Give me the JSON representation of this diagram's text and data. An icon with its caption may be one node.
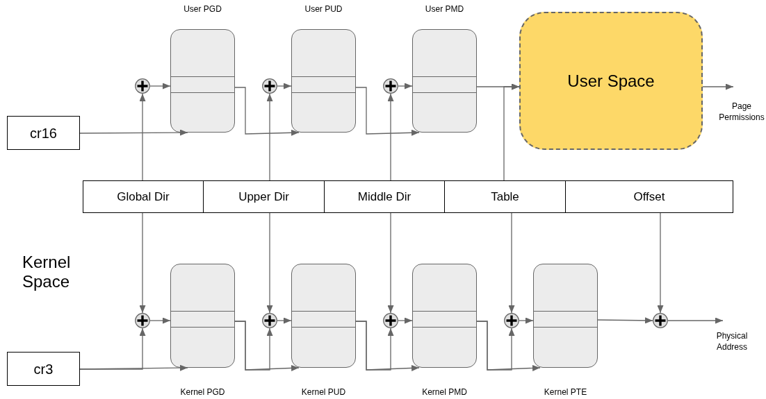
{
  "diagram": {
    "nodes": [
      {
        "text": [
          "cr16"
        ]
      },
      {
        "text": [
          "User PGD"
        ]
      },
      {
        "text": [
          "User PUD"
        ]
      },
      {
        "text": [
          "User PMD"
        ]
      },
      {
        "text": [
          "User Space"
        ]
      },
      {
        "text": [
          "Page Permissions"
        ]
      },
      {
        "text": [],
        "shape": "circle"
      },
      {
        "text": [],
        "shape": "circle"
      },
      {
        "text": [],
        "shape": "circle"
      },
      {
        "text": [
          "Global Dir"
        ]
      },
      {
        "text": [
          "Upper Dir"
        ]
      },
      {
        "text": [
          "Middle Dir"
        ]
      },
      {
        "text": [
          "Table"
        ]
      },
      {
        "text": [
          "Offset"
        ]
      },
      {
        "text": [
          "cr3"
        ]
      },
      {
        "text": [
          "Kernel PGD"
        ]
      },
      {
        "text": [
          "Kernel PUD"
        ]
      },
      {
        "text": [
          "Kernel PMD"
        ]
      },
      {
        "text": [
          "Kernel PTE"
        ]
      },
      {
        "text": [],
        "shape": "circle"
      },
      {
        "text": [],
        "shape": "circle"
      },
      {
        "text": [],
        "shape": "circle"
      },
      {
        "text": [],
        "shape": "circle"
      },
      {
        "text": [],
        "shape": "circle"
      },
      {
        "text": [
          "Physical Address"
        ]
      }
    ],
    "edges": [
      {
        "from": 0,
        "to": 1,
        "arrow": "to"
      },
      {
        "from": 9,
        "to": 6,
        "arrow": "to"
      },
      {
        "from": 6,
        "to": 1,
        "arrow": "to"
      },
      {
        "from": 1,
        "to": 2,
        "arrow": "to"
      },
      {
        "from": 10,
        "to": 7,
        "arrow": "to"
      },
      {
        "from": 7,
        "to": 2,
        "arrow": "to"
      },
      {
        "from": 2,
        "to": 3,
        "arrow": "to"
      },
      {
        "from": 11,
        "to": 8,
        "arrow": "to"
      },
      {
        "from": 8,
        "to": 3,
        "arrow": "to"
      },
      {
        "from": 3,
        "to": 4,
        "arrow": "to"
      },
      {
        "from": 12,
        "to": 4,
        "arrow": "to"
      },
      {
        "from": 4,
        "to": 5,
        "arrow": "to"
      },
      {
        "from": 9,
        "to": 19,
        "arrow": "to"
      },
      {
        "from": 14,
        "to": 15,
        "arrow": "to"
      },
      {
        "from": 14,
        "to": 19,
        "arrow": "to"
      },
      {
        "from": 19,
        "to": 15,
        "arrow": "to"
      },
      {
        "from": 15,
        "to": 16,
        "arrow": "to"
      },
      {
        "from": 15,
        "to": 20,
        "arrow": "to"
      },
      {
        "from": 10,
        "to": 20,
        "arrow": "to"
      },
      {
        "from": 20,
        "to": 16,
        "arrow": "to"
      },
      {
        "from": 16,
        "to": 17,
        "arrow": "to"
      },
      {
        "from": 16,
        "to": 21,
        "arrow": "to"
      },
      {
        "from": 11,
        "to": 21,
        "arrow": "to"
      },
      {
        "from": 21,
        "to": 17,
        "arrow": "to"
      },
      {
        "from": 17,
        "to": 18,
        "arrow": "to"
      },
      {
        "from": 17,
        "to": 22,
        "arrow": "to"
      },
      {
        "from": 12,
        "to": 22,
        "arrow": "to"
      },
      {
        "from": 22,
        "to": 18,
        "arrow": "to"
      },
      {
        "from": 18,
        "to": 23,
        "arrow": "to"
      },
      {
        "from": 13,
        "to": 23,
        "arrow": "to"
      },
      {
        "from": 23,
        "to": 24,
        "arrow": "to"
      }
    ],
    "labels": [
      "Kernel Space"
    ]
  }
}
